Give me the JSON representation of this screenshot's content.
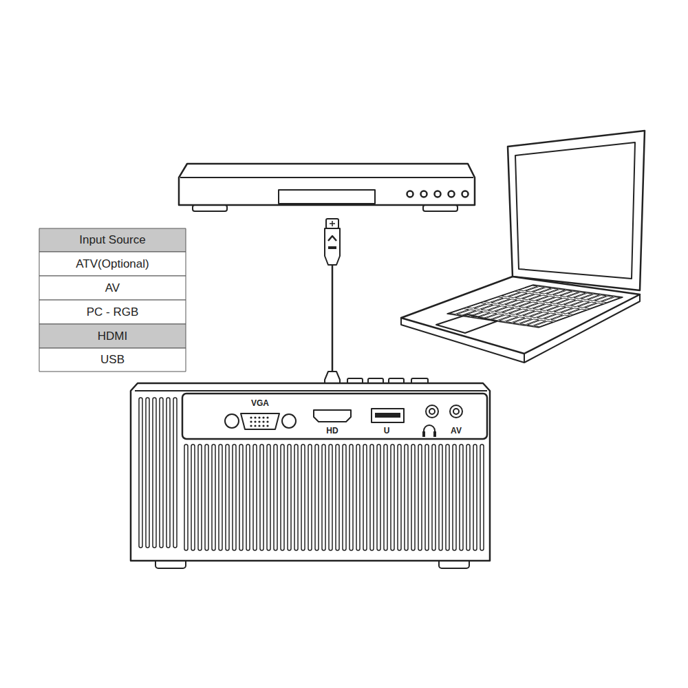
{
  "diagram": {
    "labels": [
      "Input Source",
      "ATV(Optional)",
      "AV",
      "PC - RGB",
      "HDMI",
      "USB",
      "VGA",
      "HD",
      "U",
      "AV"
    ]
  }
}
